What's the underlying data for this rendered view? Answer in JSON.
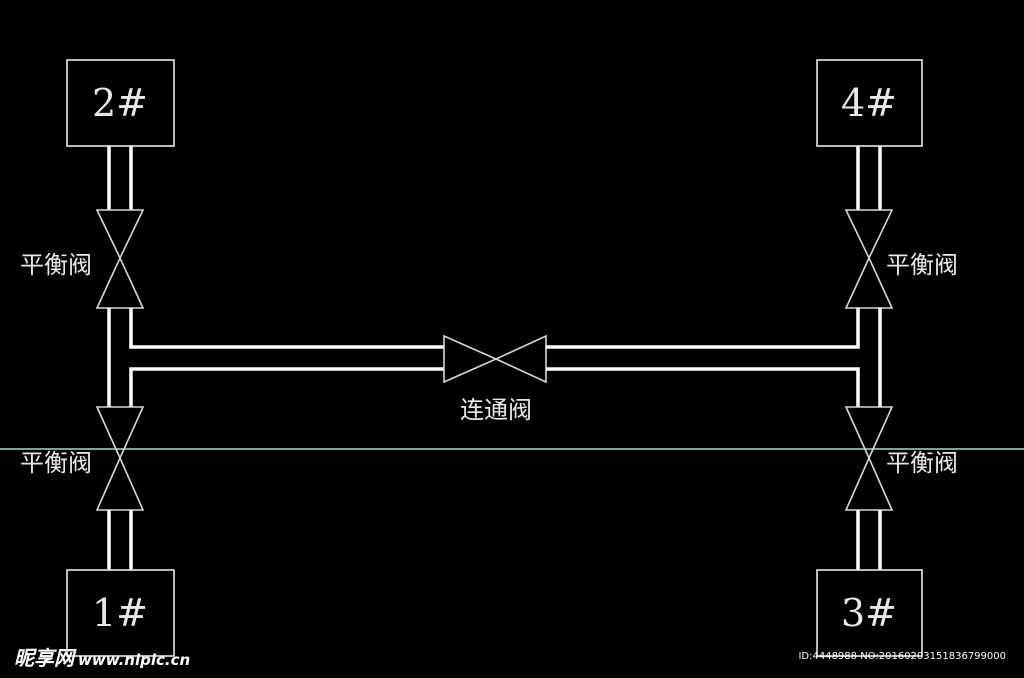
{
  "colors": {
    "background": "#000000",
    "line": "#ffffff",
    "thin_line": "#d8d8d8",
    "horizon_line": "#a8d8c8",
    "text": "#e8e8e8"
  },
  "tanks": [
    {
      "id": "tank-2",
      "label": "2#"
    },
    {
      "id": "tank-4",
      "label": "4#"
    },
    {
      "id": "tank-1",
      "label": "1#"
    },
    {
      "id": "tank-3",
      "label": "3#"
    }
  ],
  "valves": {
    "top_left": "平衡阀",
    "top_right": "平衡阀",
    "bottom_left": "平衡阀",
    "bottom_right": "平衡阀",
    "connecting": "连通阀"
  },
  "watermark": {
    "logo": "昵享网",
    "url": "www.nipic.cn",
    "id_text": "ID:4448988 NO:20160203151836799000"
  }
}
